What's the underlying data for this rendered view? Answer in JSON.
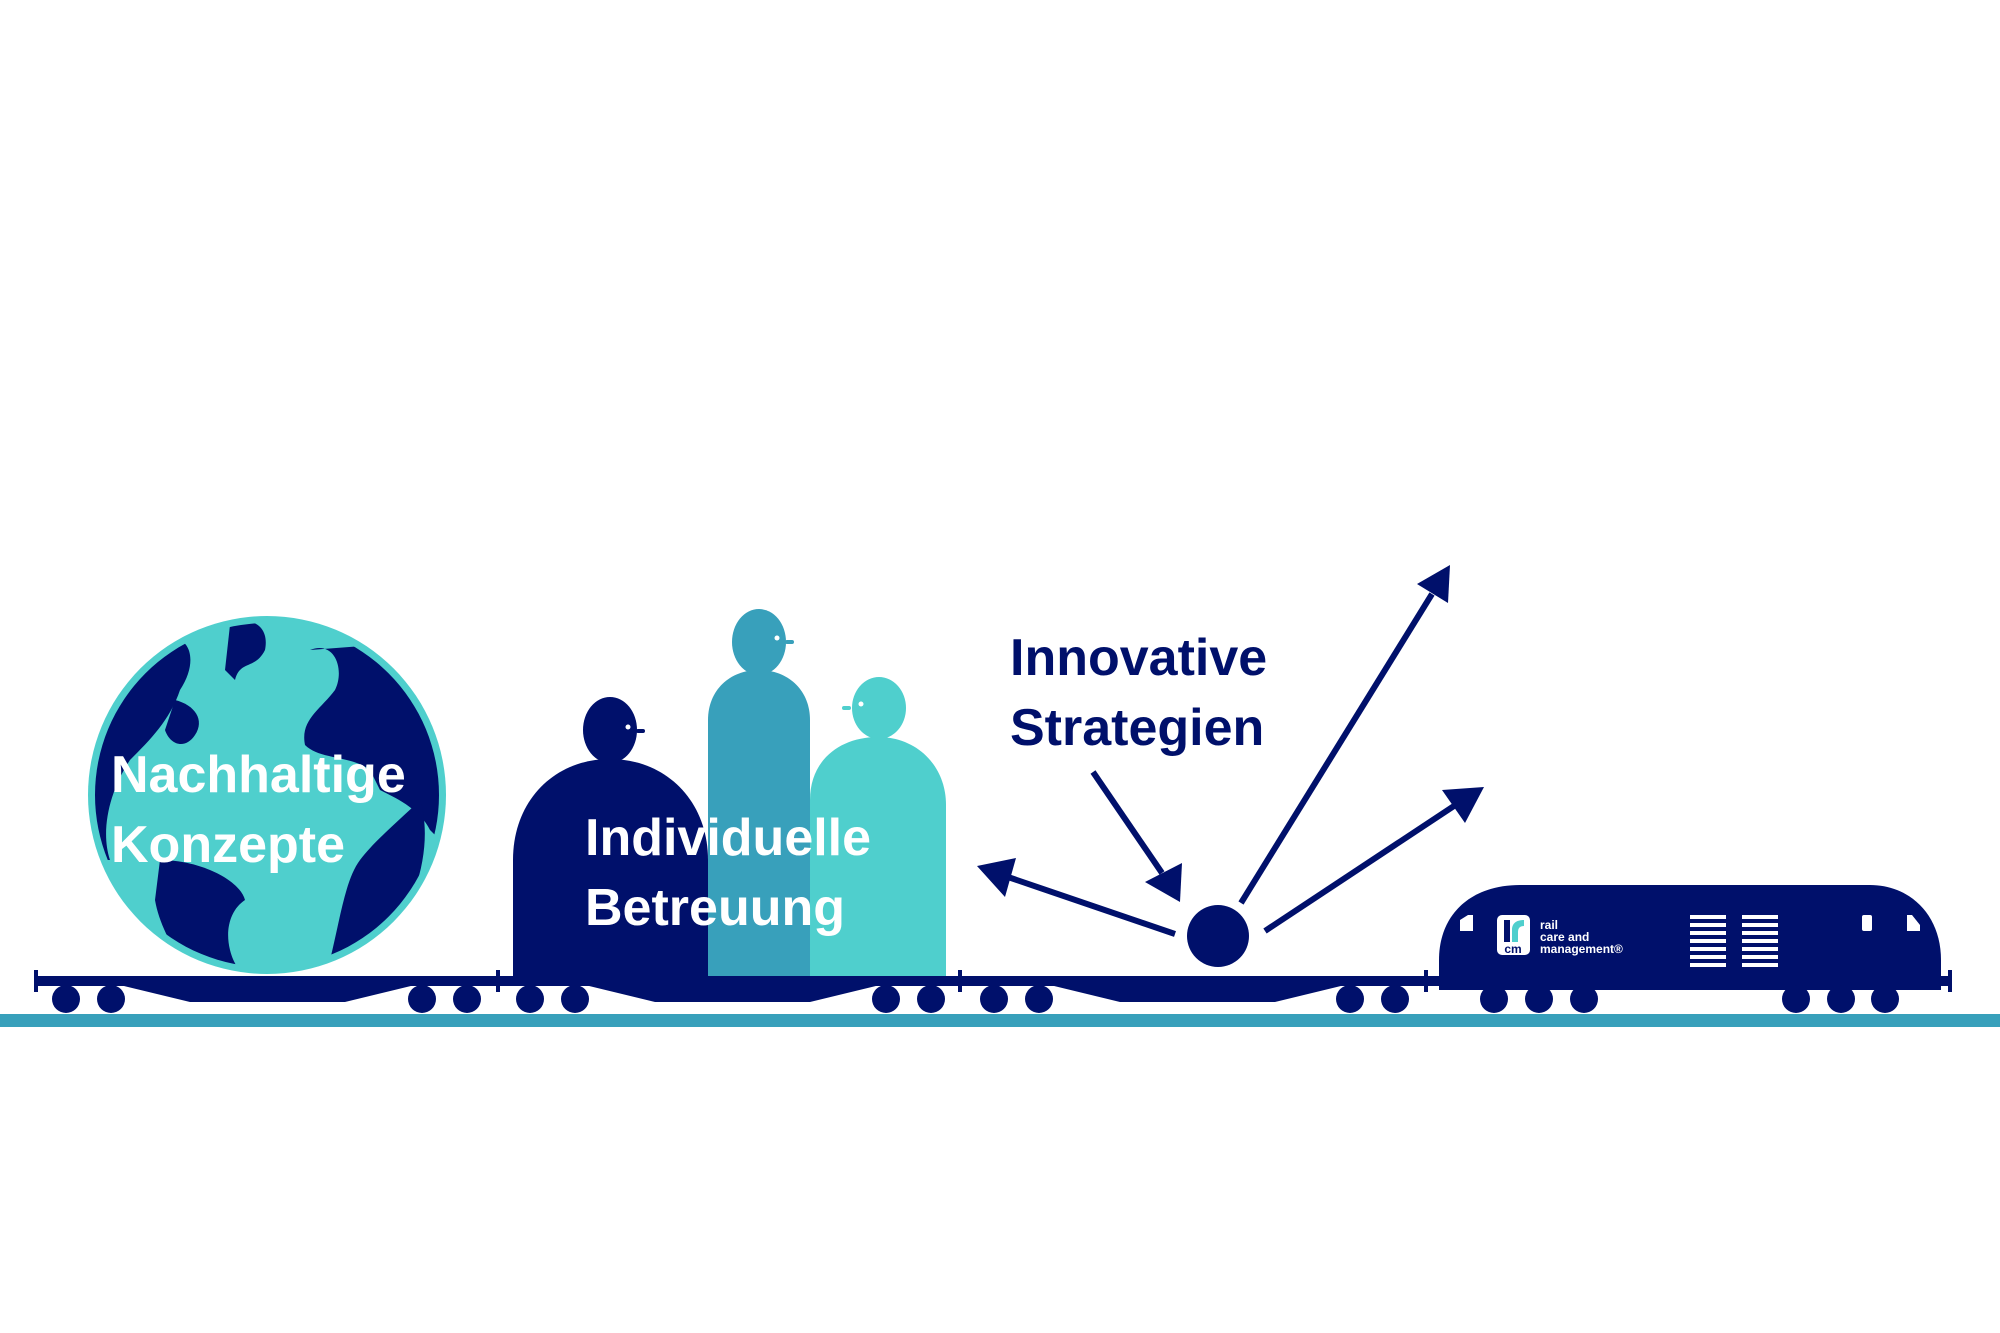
{
  "labels": {
    "sustainable": [
      "Nachhaltige",
      "Konzepte"
    ],
    "individual": [
      "Individuelle",
      "Betreuung"
    ],
    "innovative": [
      "Innovative",
      "Strategien"
    ]
  },
  "logo": {
    "mark": "cm",
    "lines": [
      "rail",
      "care and",
      "management®"
    ]
  },
  "colors": {
    "navy": "#00106b",
    "teal": "#38a0bb",
    "turquoise": "#4fcfcd",
    "white": "#ffffff"
  }
}
